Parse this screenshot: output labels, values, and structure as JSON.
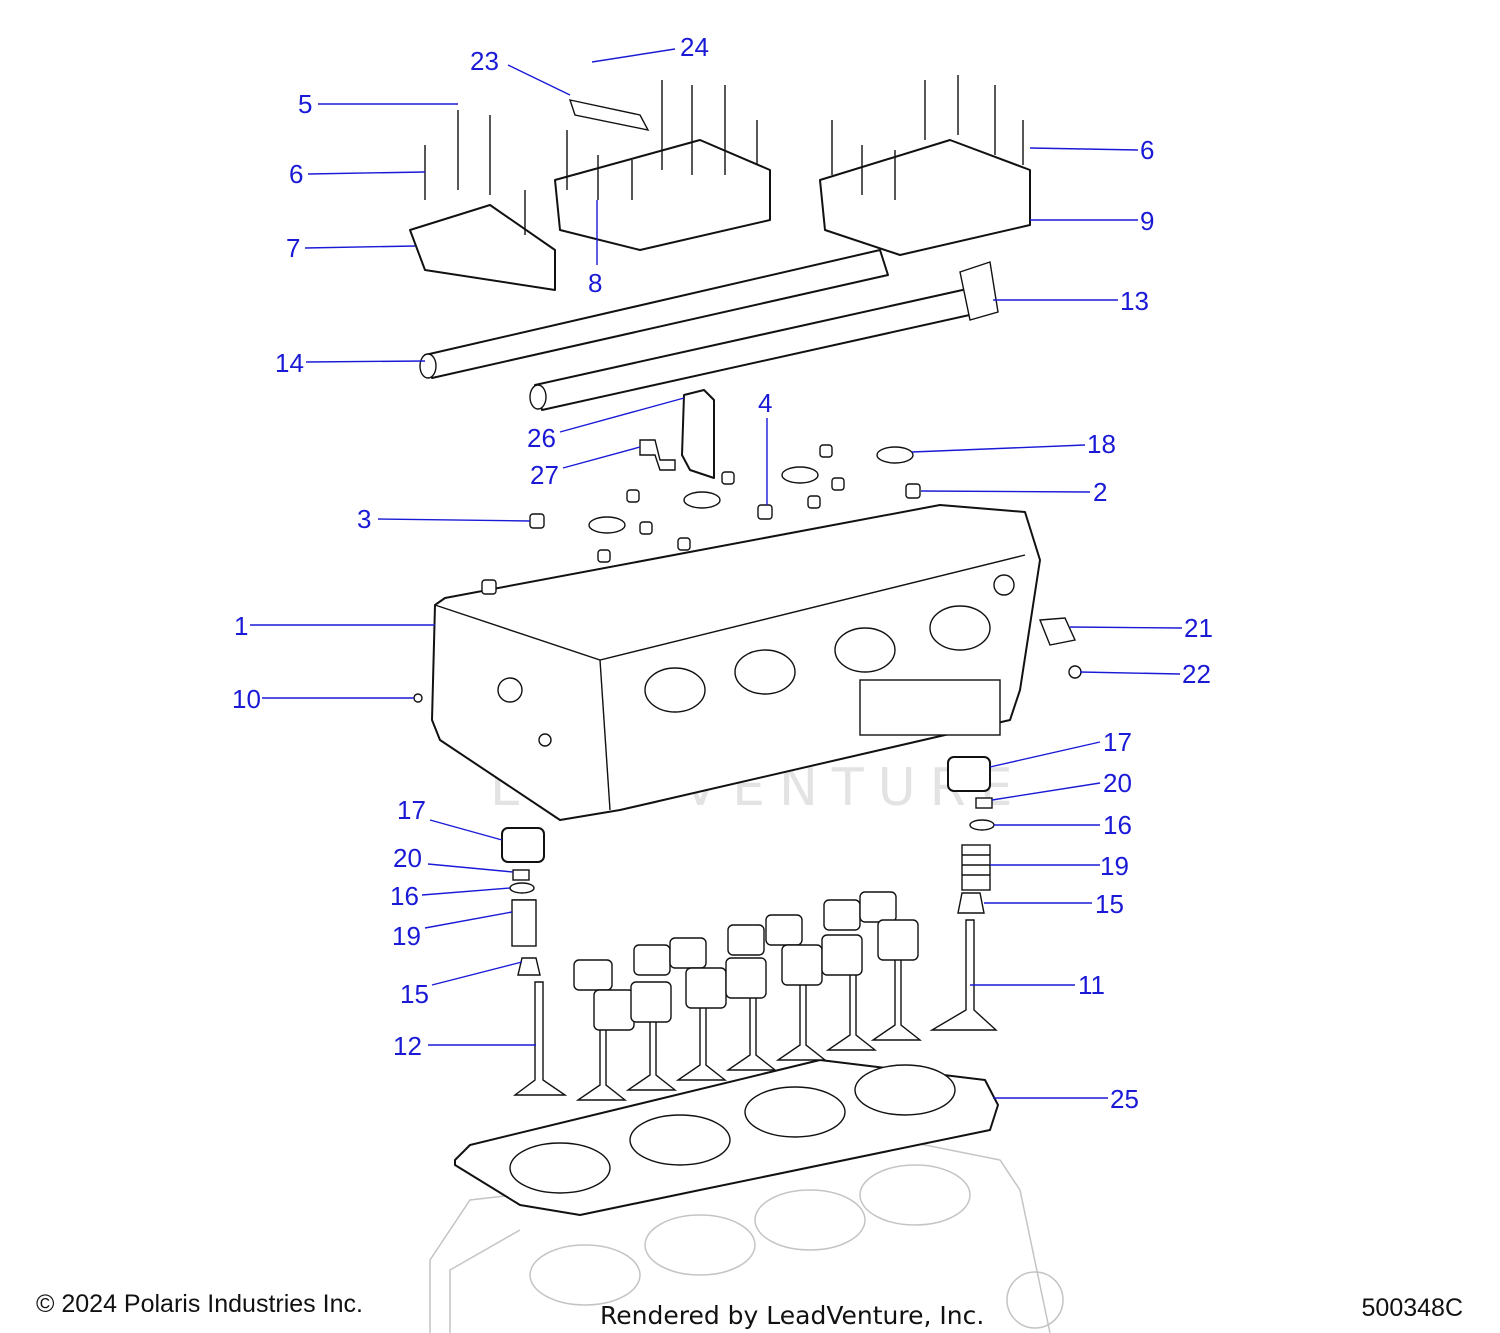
{
  "watermark": "LEADVENTURE",
  "footer": {
    "copyright": "© 2024 Polaris Industries Inc.",
    "rendered_by": "Rendered by LeadVenture, Inc.",
    "figure_id": "500348C"
  },
  "callouts": [
    {
      "label": "24"
    },
    {
      "label": "23"
    },
    {
      "label": "5"
    },
    {
      "label": "6"
    },
    {
      "label": "7"
    },
    {
      "label": "8"
    },
    {
      "label": "6"
    },
    {
      "label": "9"
    },
    {
      "label": "13"
    },
    {
      "label": "14"
    },
    {
      "label": "4"
    },
    {
      "label": "26"
    },
    {
      "label": "18"
    },
    {
      "label": "27"
    },
    {
      "label": "2"
    },
    {
      "label": "3"
    },
    {
      "label": "1"
    },
    {
      "label": "21"
    },
    {
      "label": "22"
    },
    {
      "label": "10"
    },
    {
      "label": "17"
    },
    {
      "label": "20"
    },
    {
      "label": "16"
    },
    {
      "label": "19"
    },
    {
      "label": "15"
    },
    {
      "label": "11"
    },
    {
      "label": "17"
    },
    {
      "label": "20"
    },
    {
      "label": "16"
    },
    {
      "label": "19"
    },
    {
      "label": "15"
    },
    {
      "label": "12"
    },
    {
      "label": "25"
    }
  ],
  "colors": {
    "callout": "#1a1ad6",
    "linework": "#111111",
    "ghost": "#c4c4c4"
  }
}
